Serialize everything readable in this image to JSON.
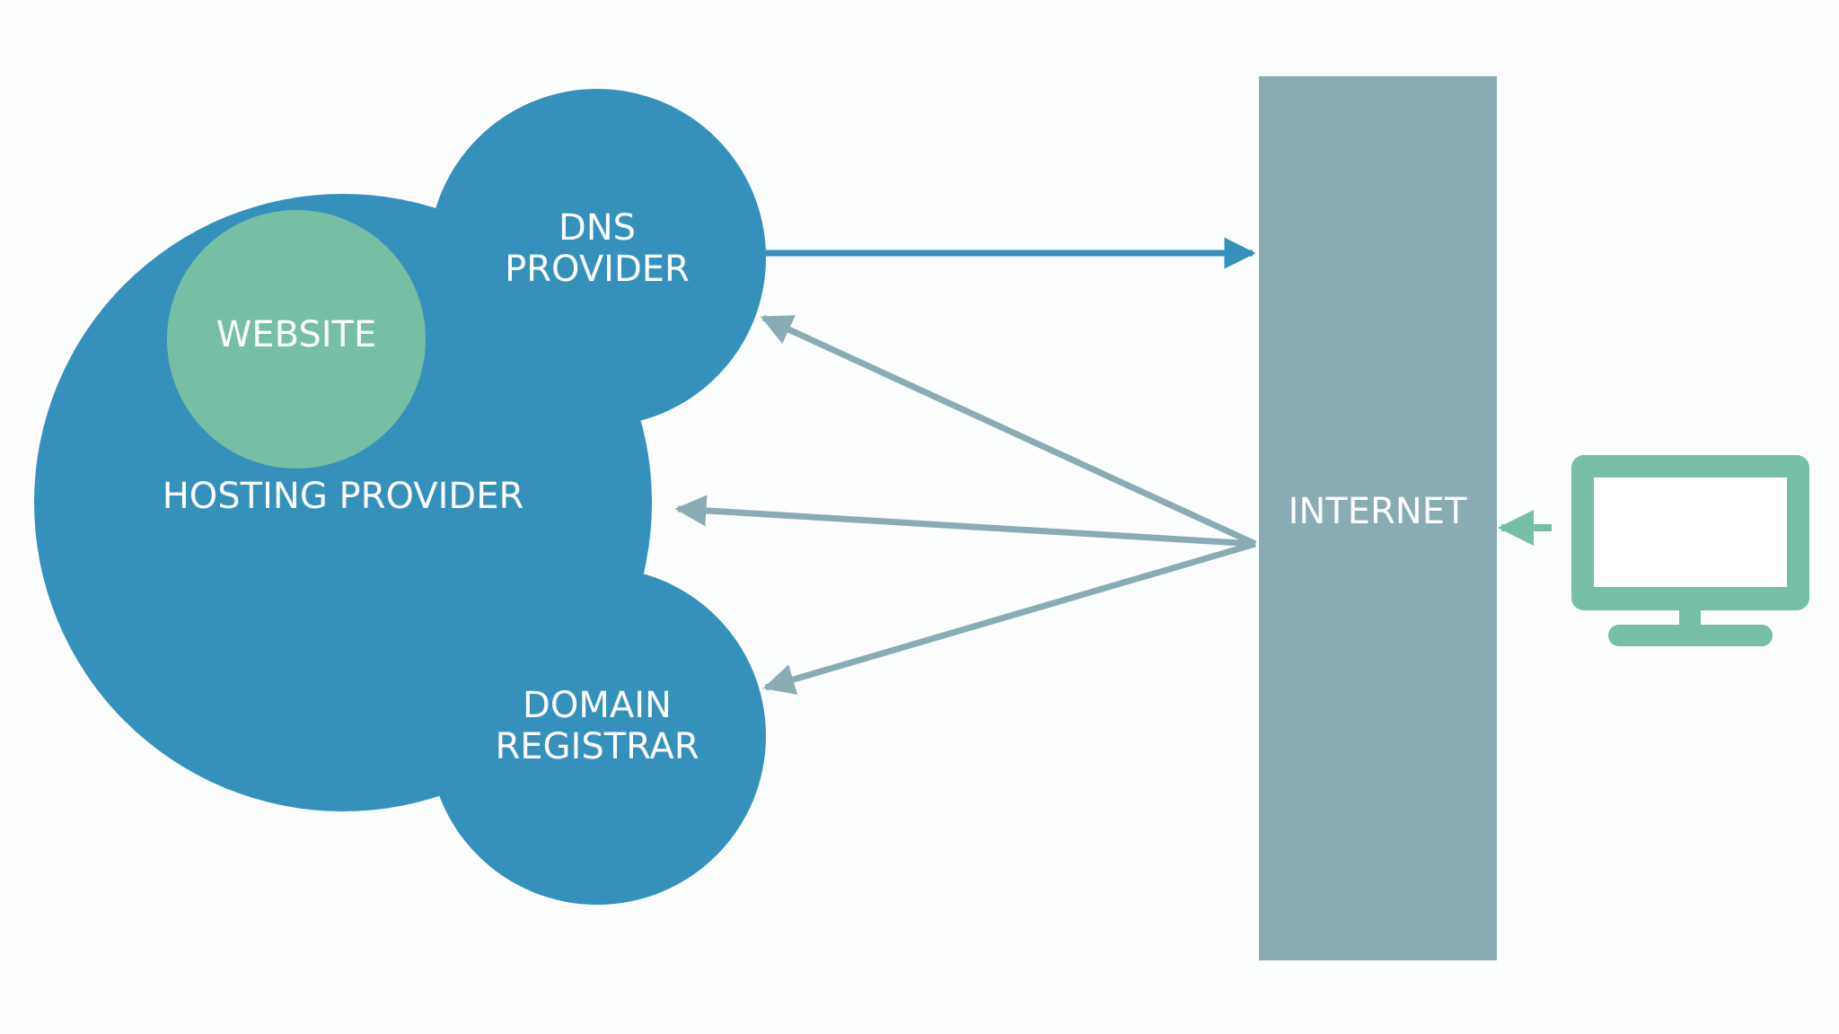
{
  "nodes": {
    "website": "WEBSITE",
    "hosting_provider": "HOSTING PROVIDER",
    "dns_provider": [
      "DNS",
      "PROVIDER"
    ],
    "domain_registrar": [
      "DOMAIN",
      "REGISTRAR"
    ],
    "internet": "INTERNET"
  },
  "colors": {
    "provider_blue": "#3591bb",
    "internet_gray": "#88abb4",
    "website_green": "#76bea4",
    "computer_green": "#76bea4",
    "arrow_blue": "#3591bb",
    "arrow_gray": "#88abb4",
    "text": "#ffffff",
    "background": "#fcfdfd"
  },
  "icons": {
    "computer": "monitor-icon"
  }
}
